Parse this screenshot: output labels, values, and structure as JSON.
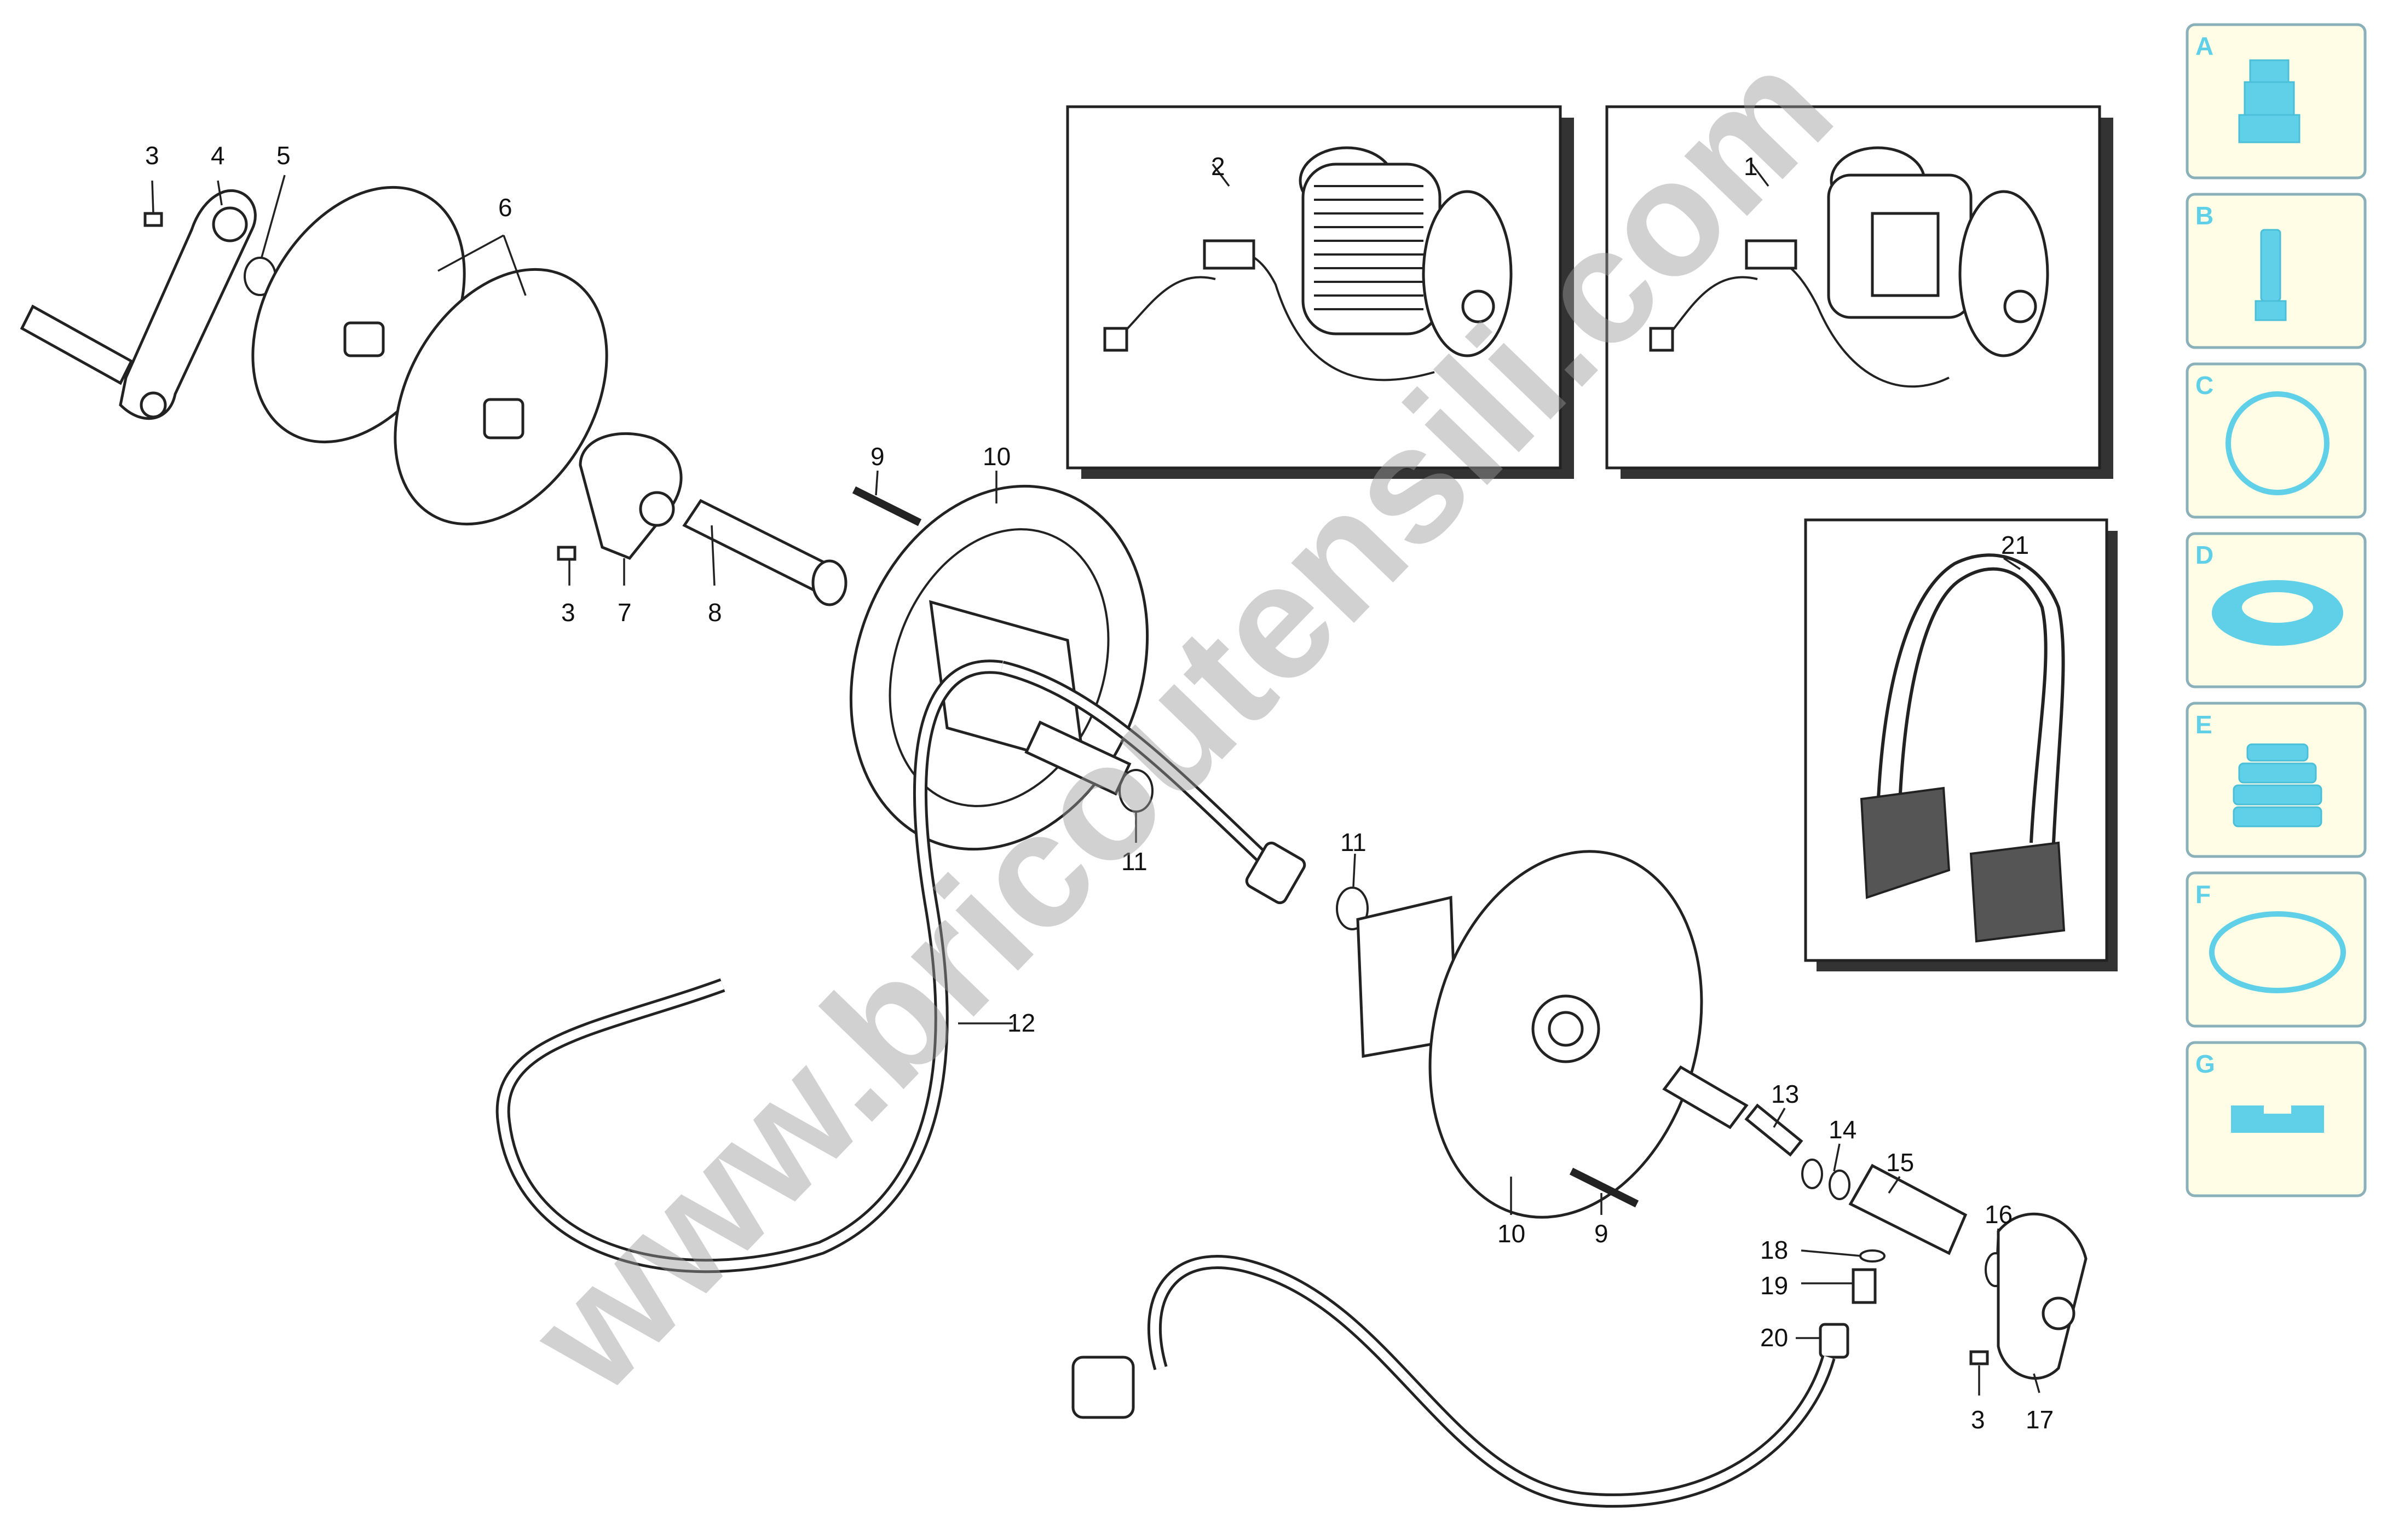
{
  "labels": {
    "l3a": "3",
    "l4": "4",
    "l5": "5",
    "l6": "6",
    "l3b": "3",
    "l7": "7",
    "l8": "8",
    "l9a": "9",
    "l10a": "10",
    "l11a": "11",
    "l11b": "11",
    "l12": "12",
    "l10b": "10",
    "l9b": "9",
    "l13": "13",
    "l14": "14",
    "l15": "15",
    "l16": "16",
    "l18": "18",
    "l19": "19",
    "l20": "20",
    "l3c": "3",
    "l17": "17",
    "inset2": "2",
    "inset1": "1",
    "inset21": "21"
  },
  "category_tabs": [
    {
      "letter": "A",
      "icon": "nut-fitting-icon"
    },
    {
      "letter": "B",
      "icon": "screw-icon"
    },
    {
      "letter": "C",
      "icon": "gasket-icon"
    },
    {
      "letter": "D",
      "icon": "seal-ring-icon"
    },
    {
      "letter": "E",
      "icon": "bellows-icon"
    },
    {
      "letter": "F",
      "icon": "o-ring-icon"
    },
    {
      "letter": "G",
      "icon": "plate-icon"
    }
  ],
  "watermark": "www.bricoutensili.com",
  "colors": {
    "tab_icon": "#5fd0e8",
    "tab_bg": "#fffde6",
    "tab_border": "#8ab0ba",
    "line": "#222222"
  }
}
